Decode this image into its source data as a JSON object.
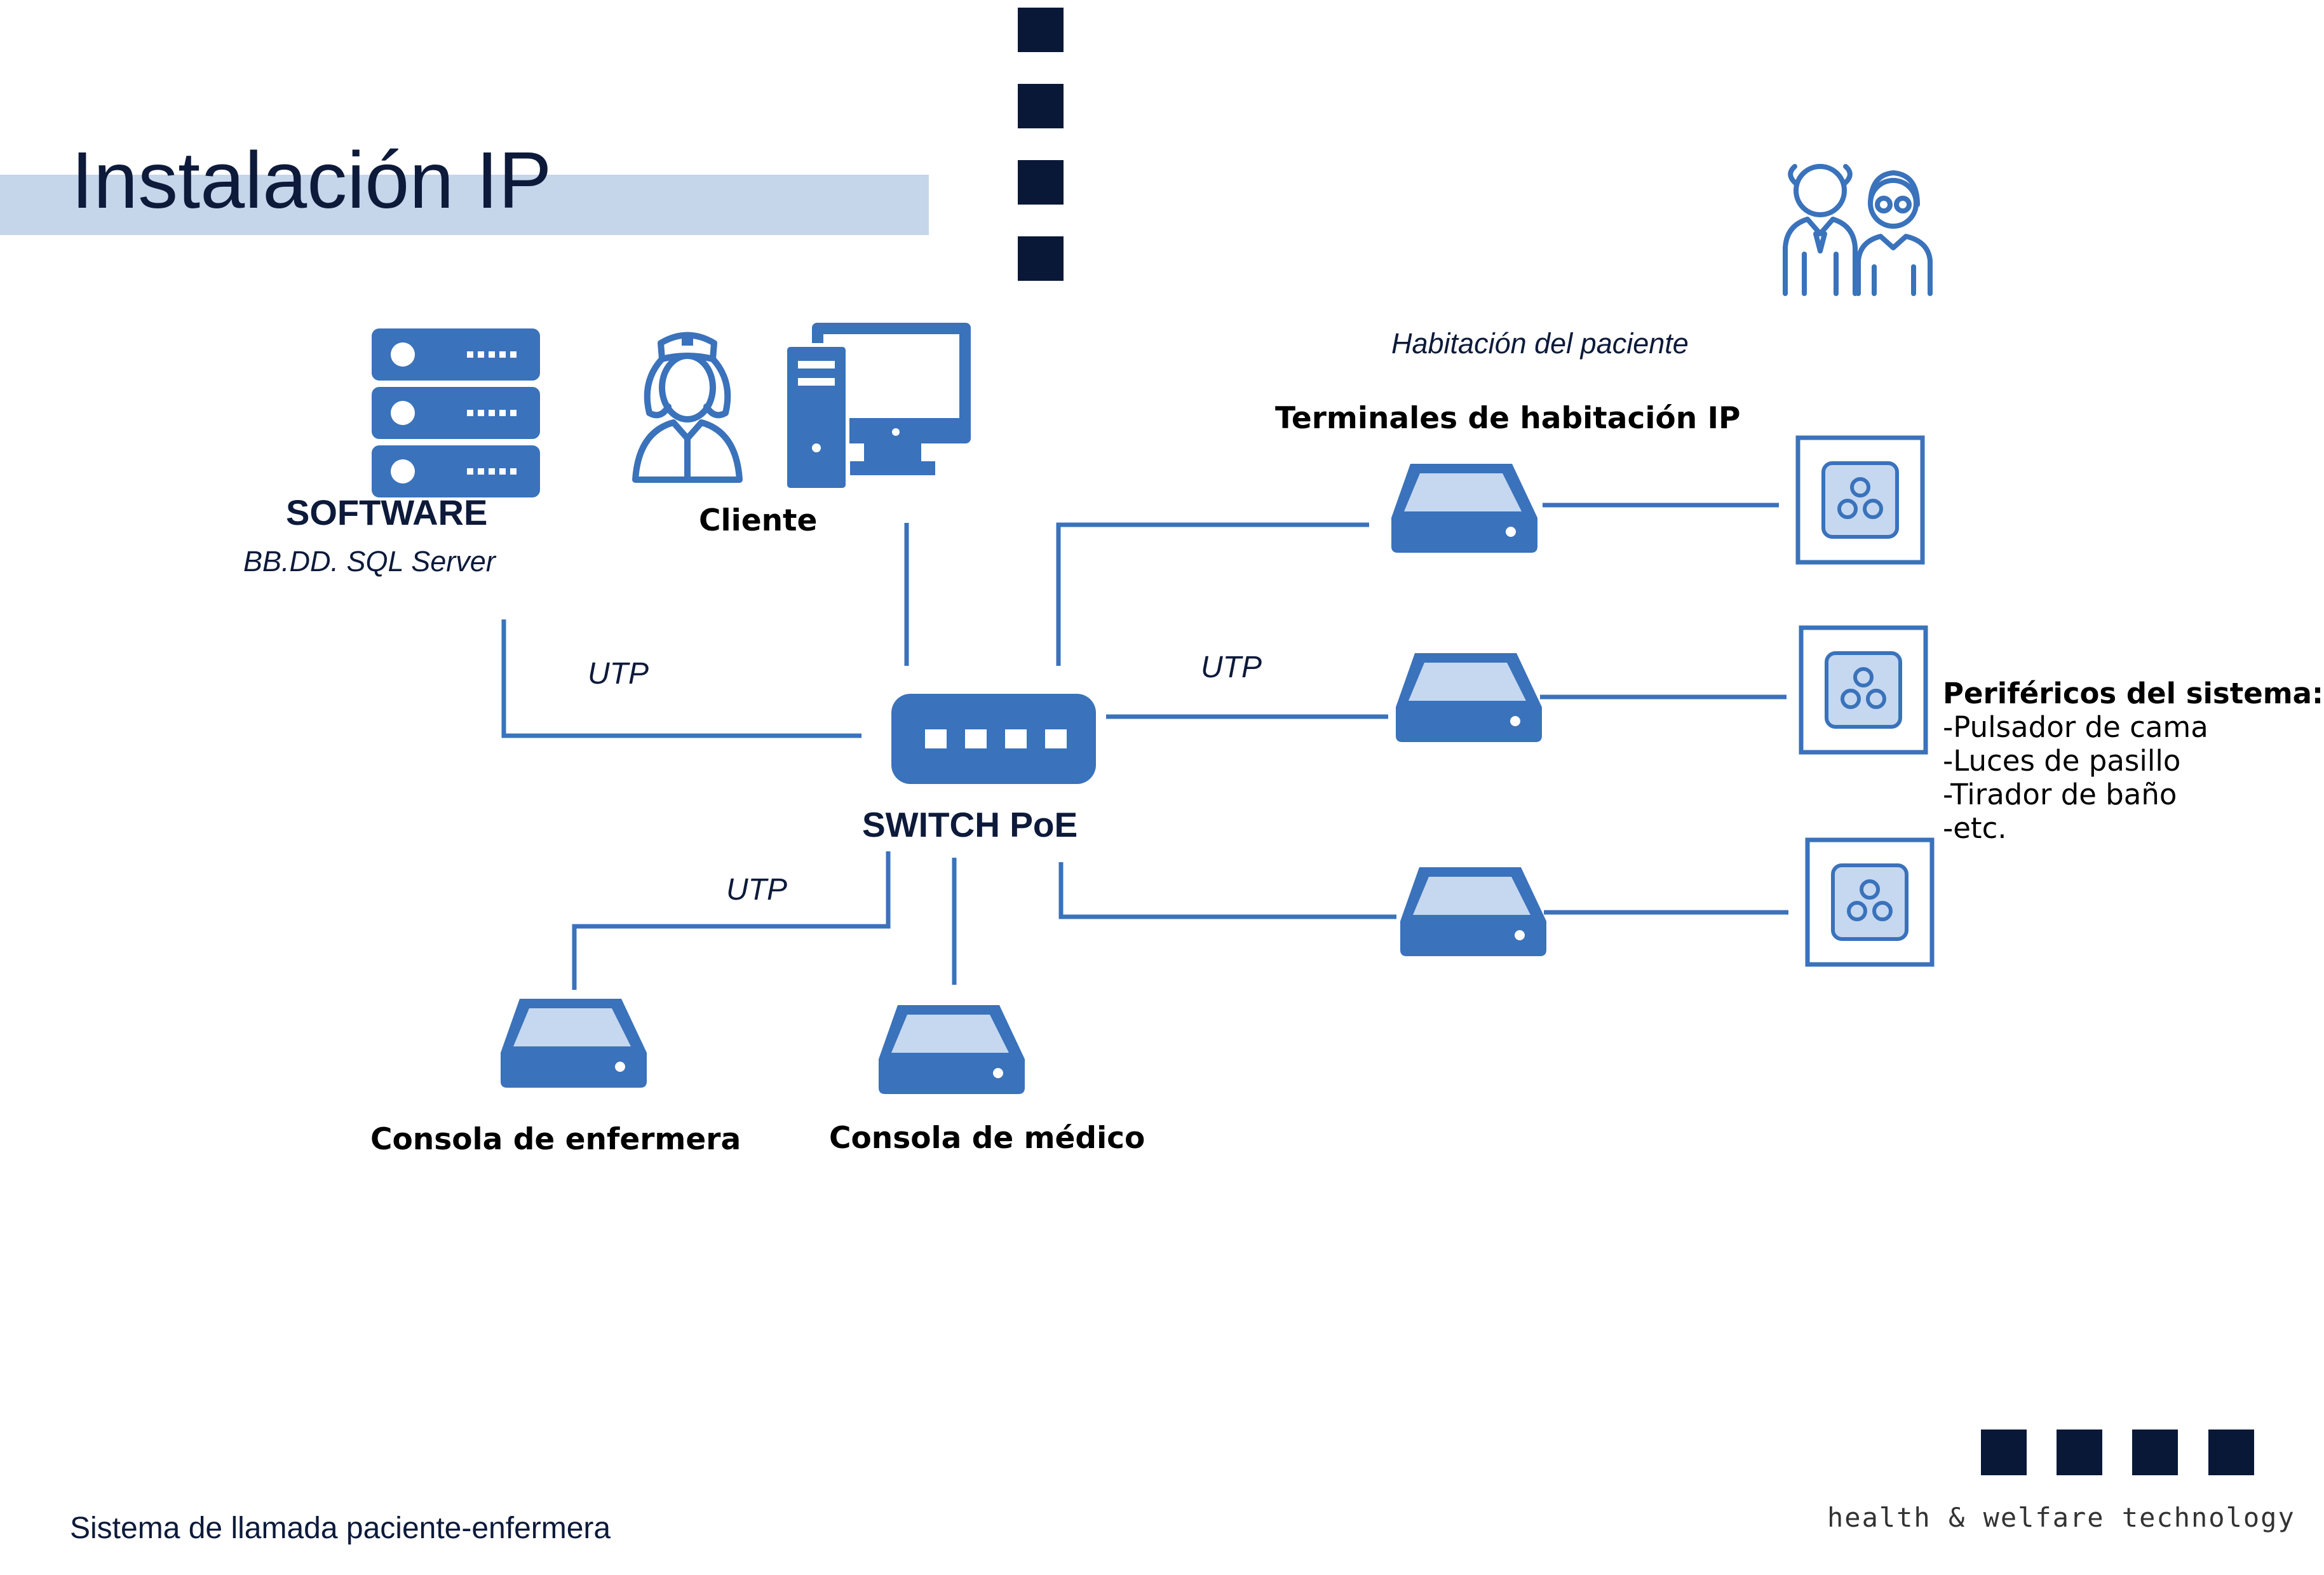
{
  "title": "Instalación IP",
  "labels": {
    "software": "SOFTWARE",
    "software_sub": "BB.DD. SQL Server",
    "cliente": "Cliente",
    "switch": "SWITCH PoE",
    "utp_left": "UTP",
    "utp_right": "UTP",
    "utp_bottom": "UTP",
    "habitacion": "Habitación del paciente",
    "terminales": "Terminales de habitación IP",
    "consola_enfermera": "Consola de enfermera",
    "consola_medico": "Consola de médico"
  },
  "perifericos": {
    "heading": "Periféricos del sistema:",
    "items": [
      "-Pulsador de cama",
      "-Luces de pasillo",
      "-Tirador de baño",
      "-etc."
    ]
  },
  "footer": {
    "system_name": "Sistema de llamada paciente-enfermera",
    "tagline": "health & welfare technology"
  },
  "colors": {
    "primary_blue": "#3a72bb",
    "dark_navy": "#0a1838",
    "title_band": "#c5d5ea",
    "device_screen": "#c5d8f0"
  },
  "icons": [
    "server-icon",
    "nurse-icon",
    "desktop-computer-icon",
    "network-switch-icon",
    "terminal-device-icon",
    "peripheral-button-icon",
    "elderly-couple-icon"
  ]
}
